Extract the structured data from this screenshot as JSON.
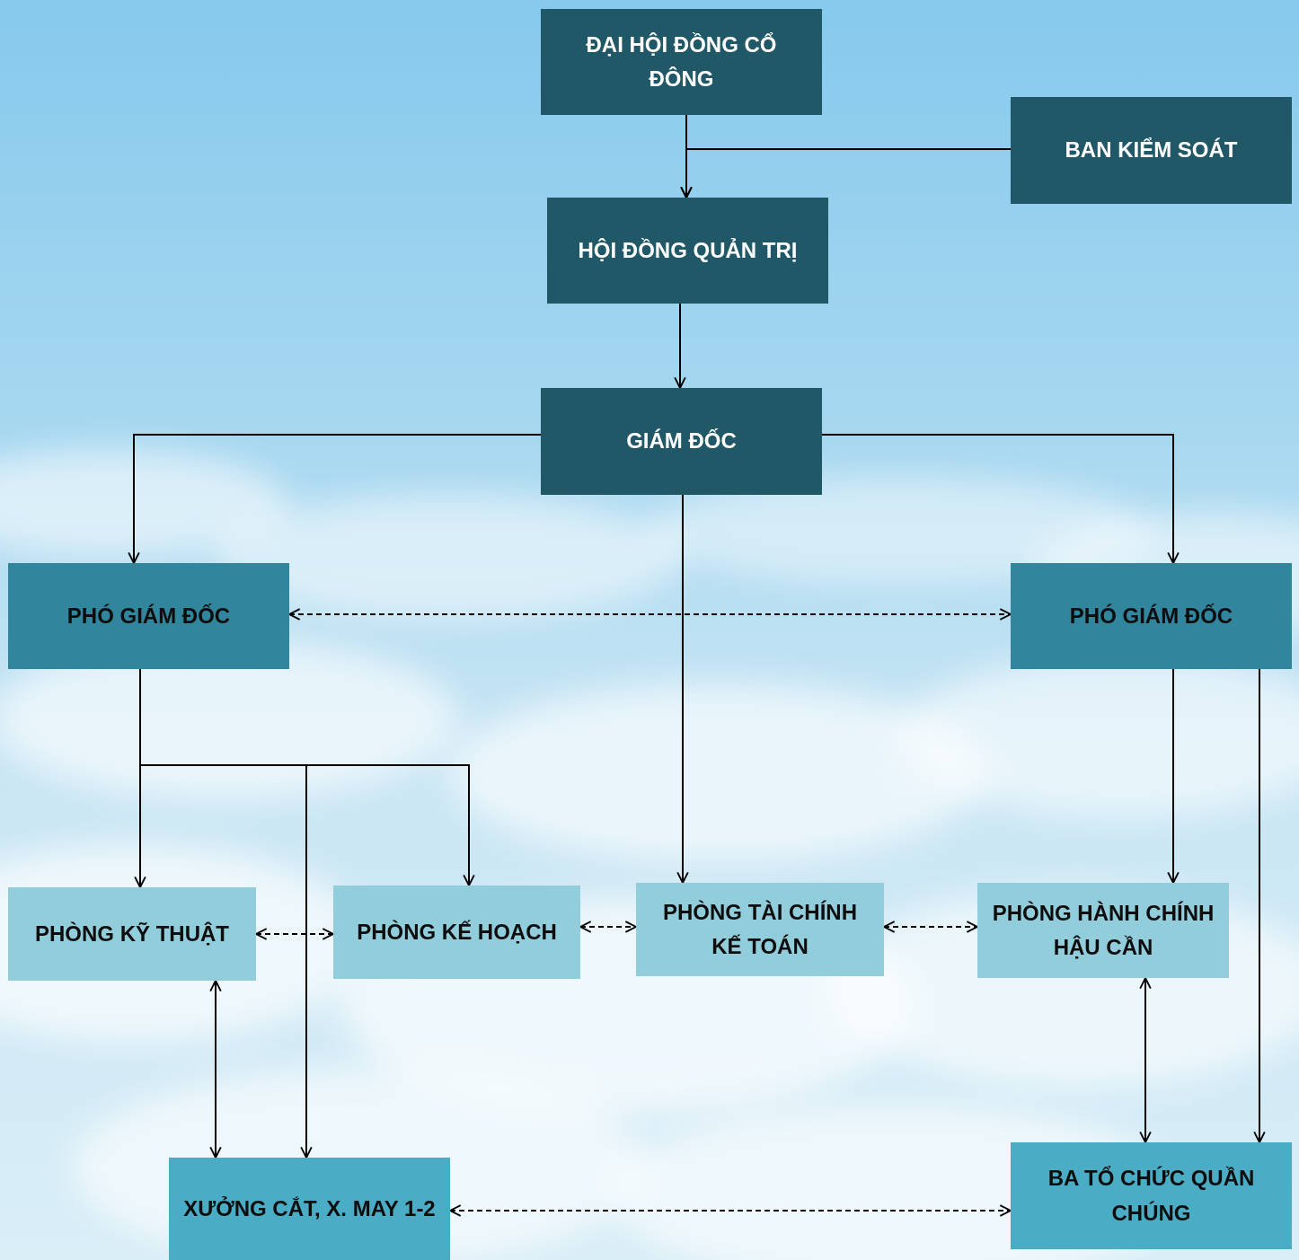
{
  "diagram": {
    "nodes": [
      {
        "text": [
          "ĐẠI HỘI ĐỒNG CỔ ĐÔNG"
        ]
      },
      {
        "text": [
          "BAN KIỂM SOÁT"
        ]
      },
      {
        "text": [
          "HỘI ĐỒNG QUẢN TRỊ"
        ]
      },
      {
        "text": [
          "GIÁM ĐỐC"
        ]
      },
      {
        "text": [
          "PHÓ GIÁM ĐỐC"
        ]
      },
      {
        "text": [
          "PHÓ GIÁM ĐỐC"
        ]
      },
      {
        "text": [
          "PHÒNG KỸ THUẬT"
        ]
      },
      {
        "text": [
          "PHÒNG KẾ HOẠCH"
        ]
      },
      {
        "text": [
          "PHÒNG TÀI CHÍNH KẾ TOÁN"
        ]
      },
      {
        "text": [
          "PHÒNG HÀNH CHÍNH HẬU CẦN"
        ]
      },
      {
        "text": [
          "XƯỞNG CẮT, X. MAY 1-2"
        ]
      },
      {
        "text": [
          "BA TỔ CHỨC QUẦN CHÚNG"
        ]
      }
    ],
    "edges": [
      {
        "from": 0,
        "to": 2,
        "arrow": "to"
      },
      {
        "from": 1,
        "to": 2,
        "arrow": "to"
      },
      {
        "from": 2,
        "to": 3,
        "arrow": "to"
      },
      {
        "from": 3,
        "to": 4,
        "arrow": "to"
      },
      {
        "from": 3,
        "to": 5,
        "arrow": "to"
      },
      {
        "from": 3,
        "to": 8,
        "arrow": "to"
      },
      {
        "from": 4,
        "to": 5,
        "arrow": "both"
      },
      {
        "from": 4,
        "to": 6,
        "arrow": "to"
      },
      {
        "from": 4,
        "to": 7,
        "arrow": "to"
      },
      {
        "from": 4,
        "to": 10,
        "arrow": "to"
      },
      {
        "from": 5,
        "to": 9,
        "arrow": "to"
      },
      {
        "from": 5,
        "to": 11,
        "arrow": "to"
      },
      {
        "from": 6,
        "to": 7,
        "arrow": "both"
      },
      {
        "from": 7,
        "to": 8,
        "arrow": "both"
      },
      {
        "from": 8,
        "to": 9,
        "arrow": "both"
      },
      {
        "from": 6,
        "to": 10,
        "arrow": "both"
      },
      {
        "from": 9,
        "to": 11,
        "arrow": "both"
      },
      {
        "from": 10,
        "to": 11,
        "arrow": "both"
      }
    ]
  }
}
